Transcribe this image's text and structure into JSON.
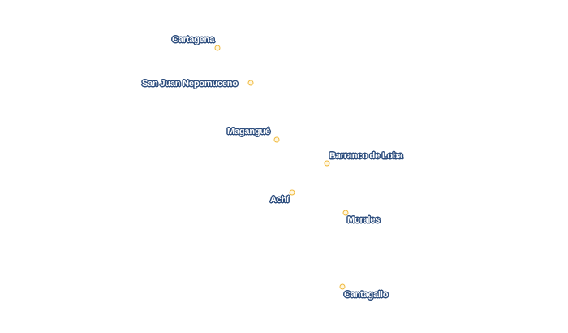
{
  "map": {
    "places": [
      {
        "id": "cartagena",
        "name": "Cartagena"
      },
      {
        "id": "san-juan-nepomuceno",
        "name": "San Juan Nepomuceno"
      },
      {
        "id": "magangue",
        "name": "Magangué"
      },
      {
        "id": "barranco-de-loba",
        "name": "Barranco de Loba"
      },
      {
        "id": "achi",
        "name": "Achí"
      },
      {
        "id": "morales",
        "name": "Morales"
      },
      {
        "id": "cantagallo",
        "name": "Cantagallo"
      }
    ],
    "colors": {
      "marker_stroke": "#f0b83a",
      "label_halo": "#2f4f7f",
      "label_text": "#ffffff"
    }
  }
}
